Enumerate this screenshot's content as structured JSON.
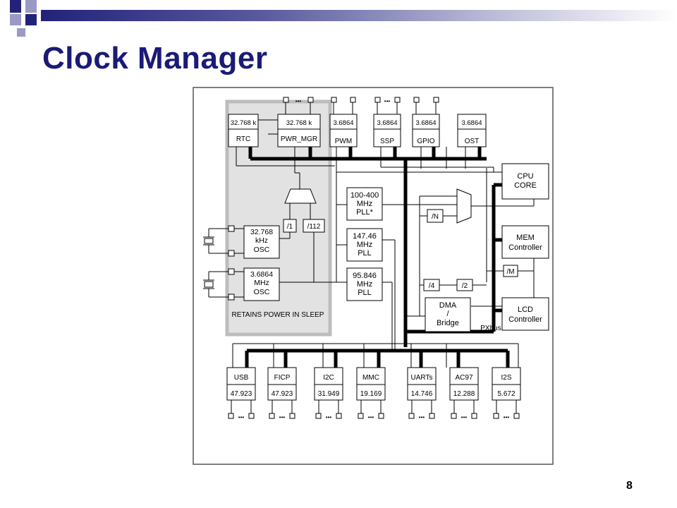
{
  "slide": {
    "title": "Clock Manager",
    "page_number": "8"
  },
  "diagram": {
    "sleep_region_label": "RETAINS POWER IN SLEEP",
    "top_blocks": [
      {
        "freq": "32.768 k",
        "name": "RTC"
      },
      {
        "freq": "32.768 k",
        "name": "PWR_MGR"
      },
      {
        "freq": "3.6864",
        "name": "PWM"
      },
      {
        "freq": "3.6864",
        "name": "SSP"
      },
      {
        "freq": "3.6864",
        "name": "GPIO"
      },
      {
        "freq": "3.6864",
        "name": "OST"
      }
    ],
    "oscillators": [
      {
        "line1": "32.768",
        "line2": "kHz",
        "line3": "OSC"
      },
      {
        "line1": "3.6864",
        "line2": "MHz",
        "line3": "OSC"
      }
    ],
    "dividers": {
      "div1": "/1",
      "div112": "/112",
      "divN": "/N",
      "div4": "/4",
      "div2": "/2",
      "divM": "/M"
    },
    "plls": [
      {
        "line1": "100-400",
        "line2": "MHz",
        "line3": "PLL*"
      },
      {
        "line1": "147.46",
        "line2": "MHz",
        "line3": "PLL"
      },
      {
        "line1": "95.846",
        "line2": "MHz",
        "line3": "PLL"
      }
    ],
    "right_blocks": [
      {
        "line1": "CPU",
        "line2": "CORE"
      },
      {
        "line1": "MEM",
        "line2": "Controller"
      },
      {
        "line1": "LCD",
        "line2": "Controller"
      }
    ],
    "dma": {
      "line1": "DMA",
      "line2": "/",
      "line3": "Bridge"
    },
    "pxbus_label": "PXbus",
    "bottom_blocks": [
      {
        "name": "USB",
        "freq": "47.923"
      },
      {
        "name": "FICP",
        "freq": "47.923"
      },
      {
        "name": "I2C",
        "freq": "31.949"
      },
      {
        "name": "MMC",
        "freq": "19.169"
      },
      {
        "name": "UARTs",
        "freq": "14.746"
      },
      {
        "name": "AC97",
        "freq": "12.288"
      },
      {
        "name": "I2S",
        "freq": "5.672"
      }
    ],
    "dots": "•••"
  }
}
